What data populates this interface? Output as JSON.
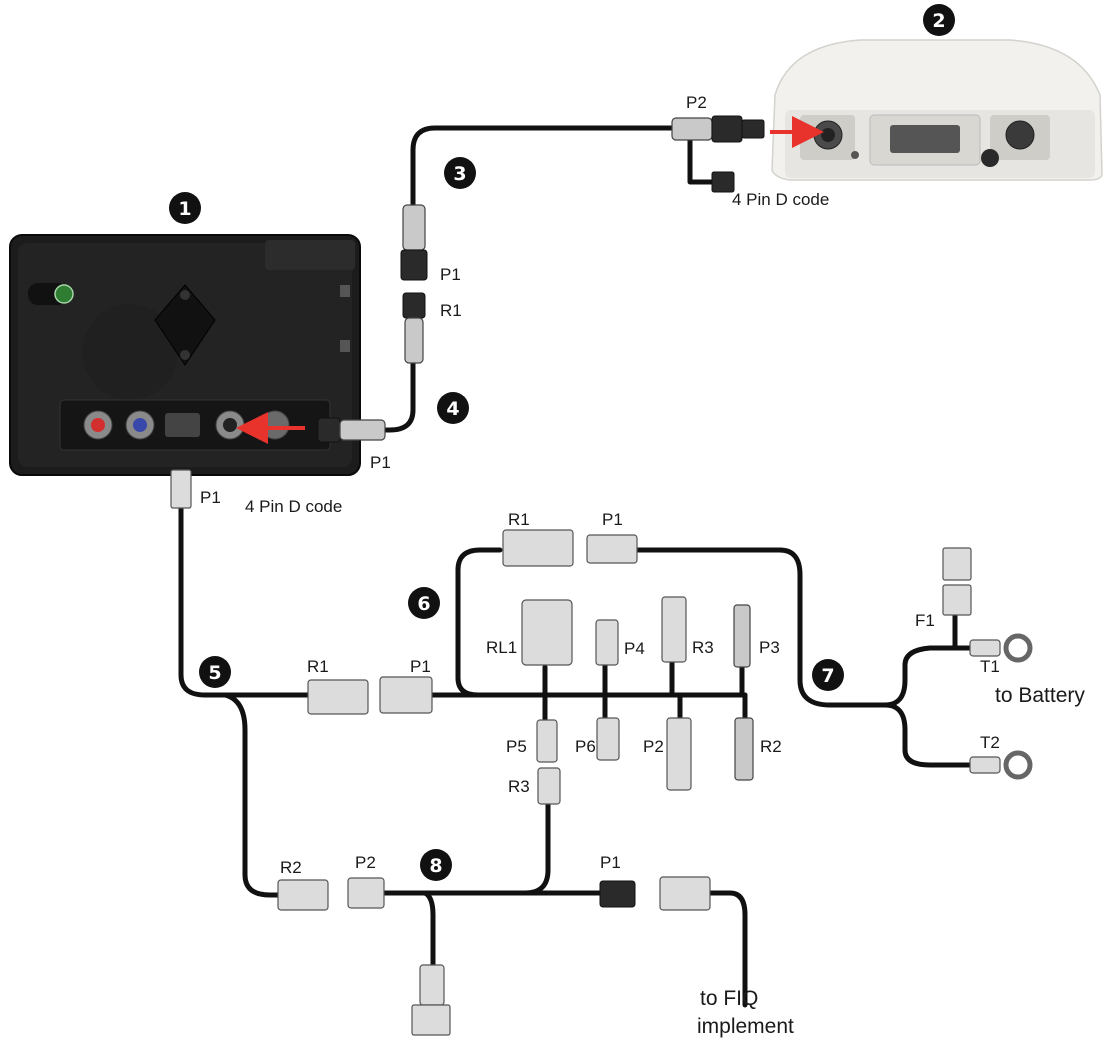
{
  "badges": {
    "b1": "1",
    "b2": "2",
    "b3": "3",
    "b4": "4",
    "b5": "5",
    "b6": "6",
    "b7": "7",
    "b8": "8"
  },
  "labels": {
    "p2_antenna": "P2",
    "pin_d_antenna": "4 Pin D code",
    "p1_top": "P1",
    "r1_top": "R1",
    "p1_display_side": "P1",
    "p1_display_bottom": "P1",
    "pin_d_display": "4 Pin D code",
    "r1_h6": "R1",
    "p1_h6": "P1",
    "rl1": "RL1",
    "p4": "P4",
    "r3_h6": "R3",
    "p3": "P3",
    "f1": "F1",
    "t1": "T1",
    "to_battery": "to Battery",
    "r1_h5": "R1",
    "p1_h5": "P1",
    "p5": "P5",
    "p6": "P6",
    "p2_h6": "P2",
    "r2_h6": "R2",
    "t2": "T2",
    "r3_h8": "R3",
    "r2_h5": "R2",
    "p2_h8": "P2",
    "p1_h8": "P1",
    "to_fiq_line1": "to FIQ",
    "to_fiq_line2": "implement"
  },
  "colors": {
    "cable": "#111111",
    "badge": "#111111",
    "arrow": "#e8322c",
    "display_body": "#1c1c1c",
    "antenna_body": "#f2f1ee"
  }
}
